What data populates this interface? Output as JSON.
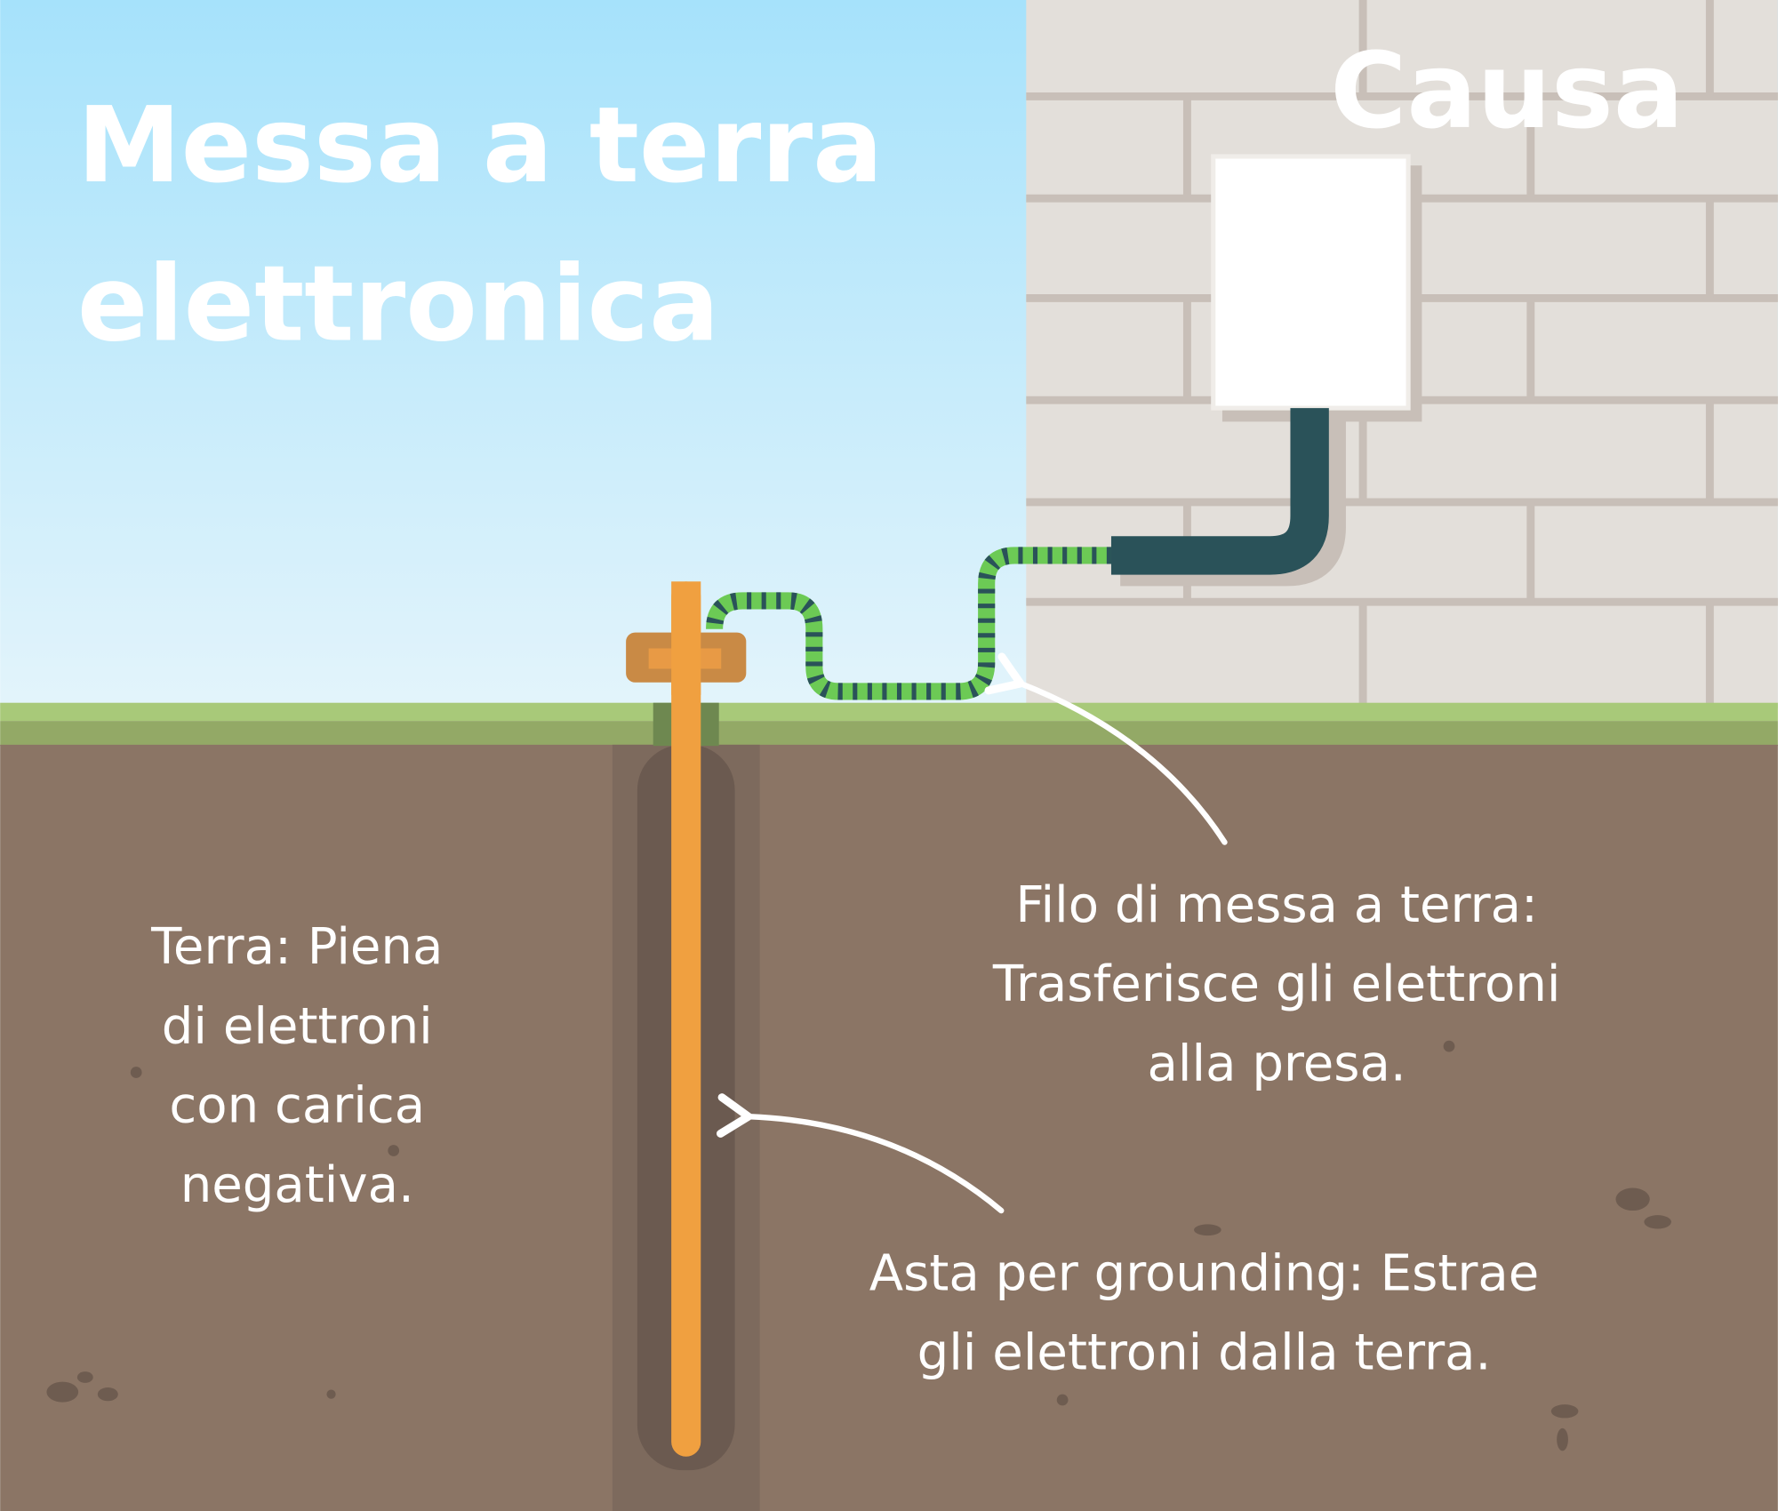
{
  "title": {
    "line1": "Messa a terra",
    "line2": "elettronica"
  },
  "corner_label": "Causa",
  "labels": {
    "earth": [
      "Terra: Piena",
      "di elettroni",
      "con carica",
      "negativa."
    ],
    "wire": [
      "Filo di messa a terra:",
      "Trasferisce gli elettroni",
      "alla presa."
    ],
    "rod": [
      "Asta per grounding: Estrae",
      "gli elettroni dalla terra."
    ]
  },
  "colors": {
    "sky_top": "#a6e2fb",
    "sky_bottom": "#e3f4fb",
    "wall": "#e3dfda",
    "mortar": "#c8bfb8",
    "grass_light": "#a8c979",
    "grass_dark": "#93a966",
    "soil": "#8b7565",
    "rod": "#f0a040",
    "clamp": "#c98a45",
    "cable": "#2a5259",
    "wire_green": "#6cca55"
  }
}
